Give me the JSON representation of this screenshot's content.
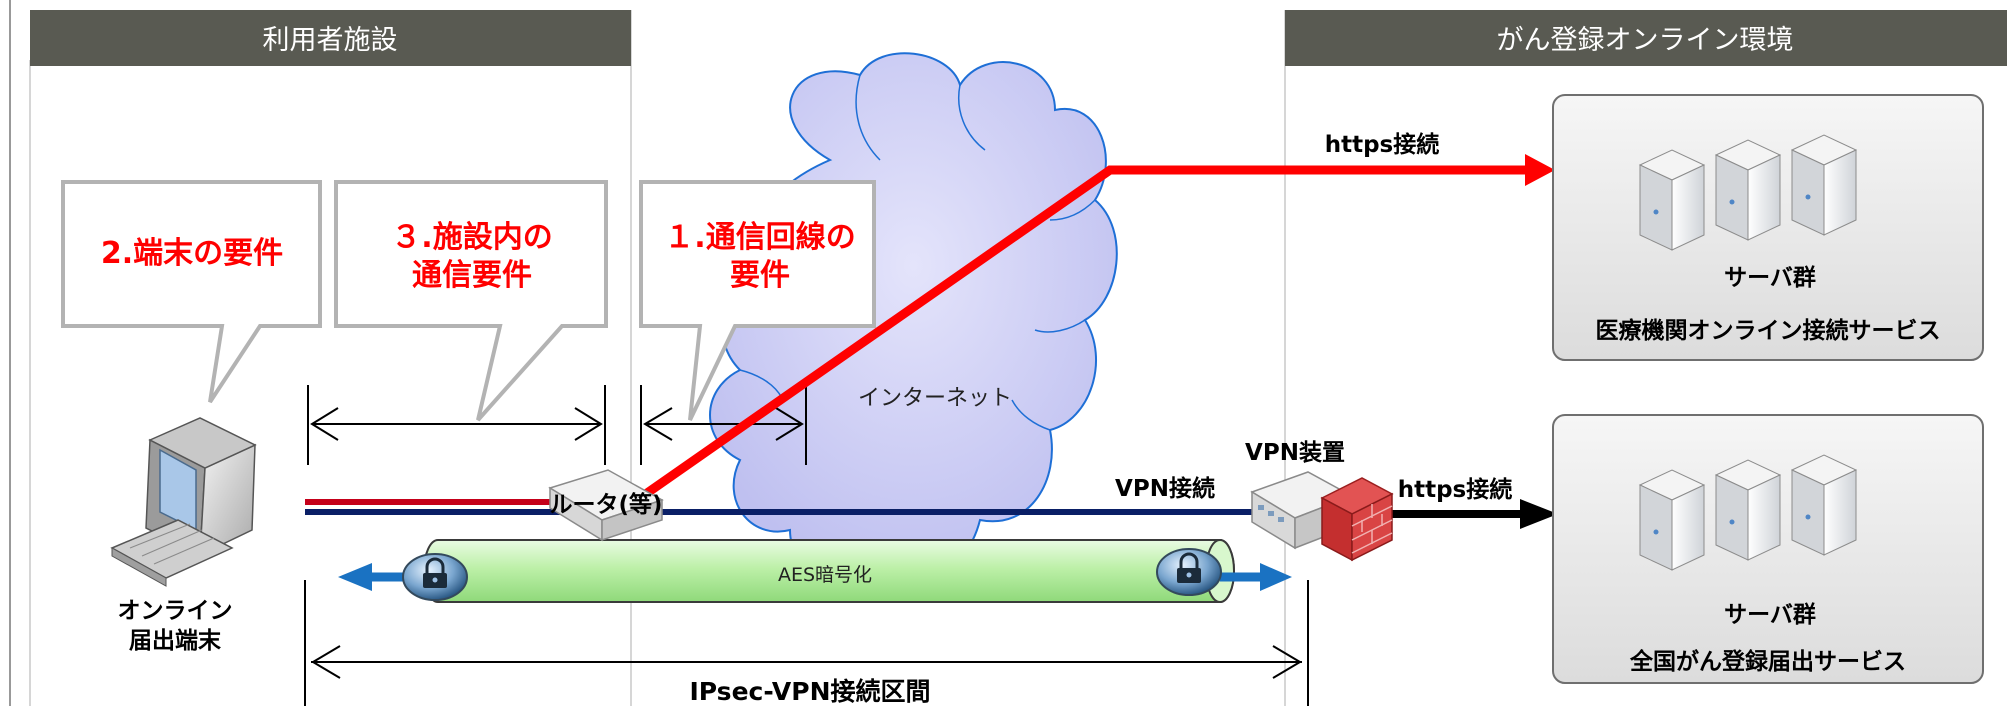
{
  "headers": {
    "facility": "利用者施設",
    "environment": "がん登録オンライン環境"
  },
  "callouts": {
    "terminal": "2.端末の要件",
    "facility_network": [
      "３.施設内の",
      "通信要件"
    ],
    "line": [
      "１.通信回線の",
      "要件"
    ]
  },
  "labels": {
    "internet": "インターネット",
    "router": "ルータ(等)",
    "vpn_device": "VPN装置",
    "vpn_connection": "VPN接続",
    "https_top": "https接続",
    "https_bottom": "https接続",
    "aes": "AES暗号化",
    "ipsec_range": "IPsec-VPN接続区間",
    "terminal": [
      "オンライン",
      "届出端末"
    ]
  },
  "servers": {
    "top": {
      "group": "サーバ群",
      "service": "医療機関オンライン接続サービス"
    },
    "bottom": {
      "group": "サーバ群",
      "service": "全国がん登録届出サービス"
    }
  },
  "colors": {
    "header_bg": "#595a52",
    "accent_red": "#ff0000",
    "vpn_line": "#0a1f66",
    "cloud_fill": "#c8c8f2",
    "cloud_stroke": "#1e6fd6",
    "tunnel_fill": "#c7f2b8",
    "blue_arrow": "#1a72c2",
    "panel_bg": "#e9e9e9"
  }
}
